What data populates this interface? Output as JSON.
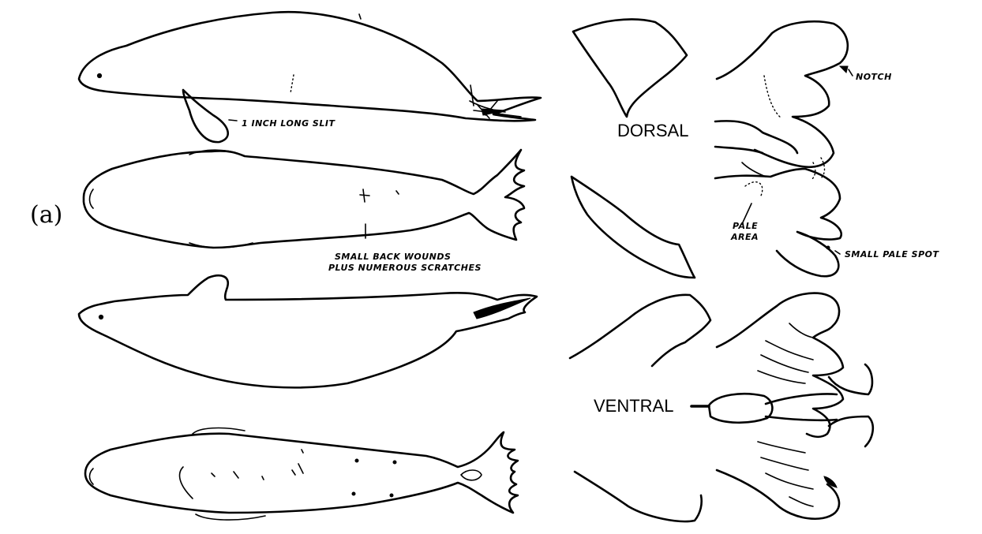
{
  "panel_label": "(a)",
  "labels": {
    "dorsal": "DORSAL",
    "ventral": "VENTRAL"
  },
  "annotations": {
    "slit": "1 INCH LONG SLIT",
    "wounds_line1": "SMALL BACK WOUNDS",
    "wounds_line2": "PLUS NUMEROUS SCRATCHES",
    "notch": "NOTCH",
    "pale_area_line1": "PALE",
    "pale_area_line2": "AREA",
    "pale_spot": "SMALL PALE SPOT"
  }
}
